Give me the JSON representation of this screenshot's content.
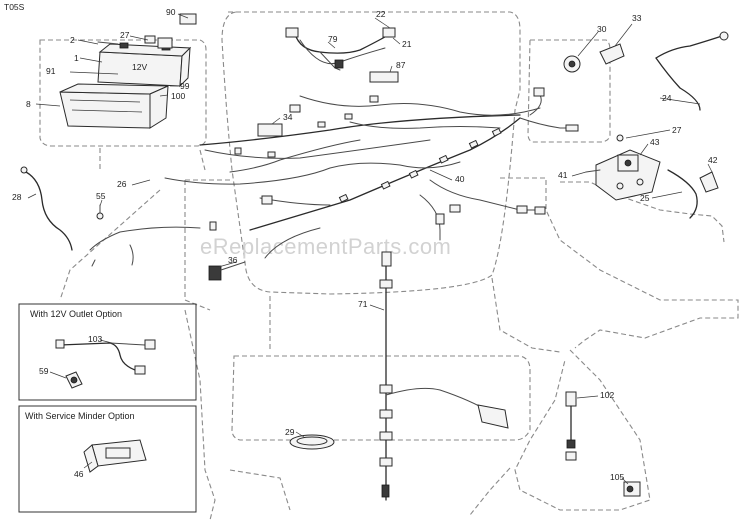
{
  "diagram": {
    "page_code": "T05S",
    "watermark": "eReplacementParts.com",
    "option_boxes": [
      {
        "id": "outlet",
        "label": "With 12V Outlet Option"
      },
      {
        "id": "minder",
        "label": "With Service Minder Option"
      }
    ],
    "callouts": [
      "90",
      "2",
      "27",
      "1",
      "91",
      "99",
      "100",
      "8",
      "22",
      "79",
      "21",
      "87",
      "30",
      "33",
      "24",
      "27",
      "43",
      "41",
      "42",
      "25",
      "34",
      "26",
      "40",
      "28",
      "55",
      "36",
      "71",
      "103",
      "59",
      "46",
      "29",
      "102",
      "105"
    ]
  }
}
